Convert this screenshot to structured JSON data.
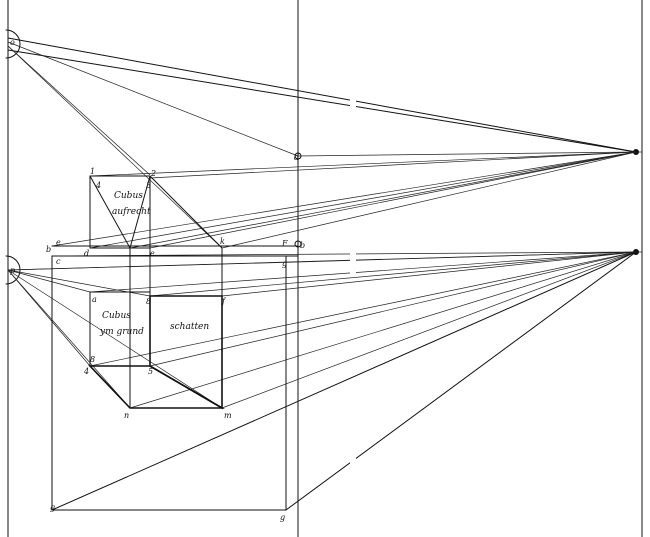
{
  "labels": {
    "arc_upper": "o",
    "arc_lower": "p",
    "eye_upper": "d",
    "eye_lower": "b",
    "top_a": "1",
    "top_b": "3",
    "top_c": "2",
    "top_d": "4",
    "mid_e": "e",
    "mid_c": "c",
    "mid_d": "d",
    "mid_dot": "e",
    "mid_k": "k",
    "mid_f": "F",
    "mid_g": "g",
    "left_b": "b",
    "low_a": "a",
    "low_8": "8",
    "low_f": "f",
    "low_8b": "8",
    "low_4": "4",
    "low_5": "5",
    "low_n": "n",
    "low_m": "m",
    "bot_left": "g",
    "bot_right": "g"
  },
  "captions": {
    "cube_upper_1": "Cubus",
    "cube_upper_2": "aufrecht",
    "cube_lower_1": "Cubus",
    "cube_lower_2": "ym grund",
    "shadow": "schatten"
  },
  "colors": {
    "ink": "#111111",
    "paper": "#ffffff"
  }
}
